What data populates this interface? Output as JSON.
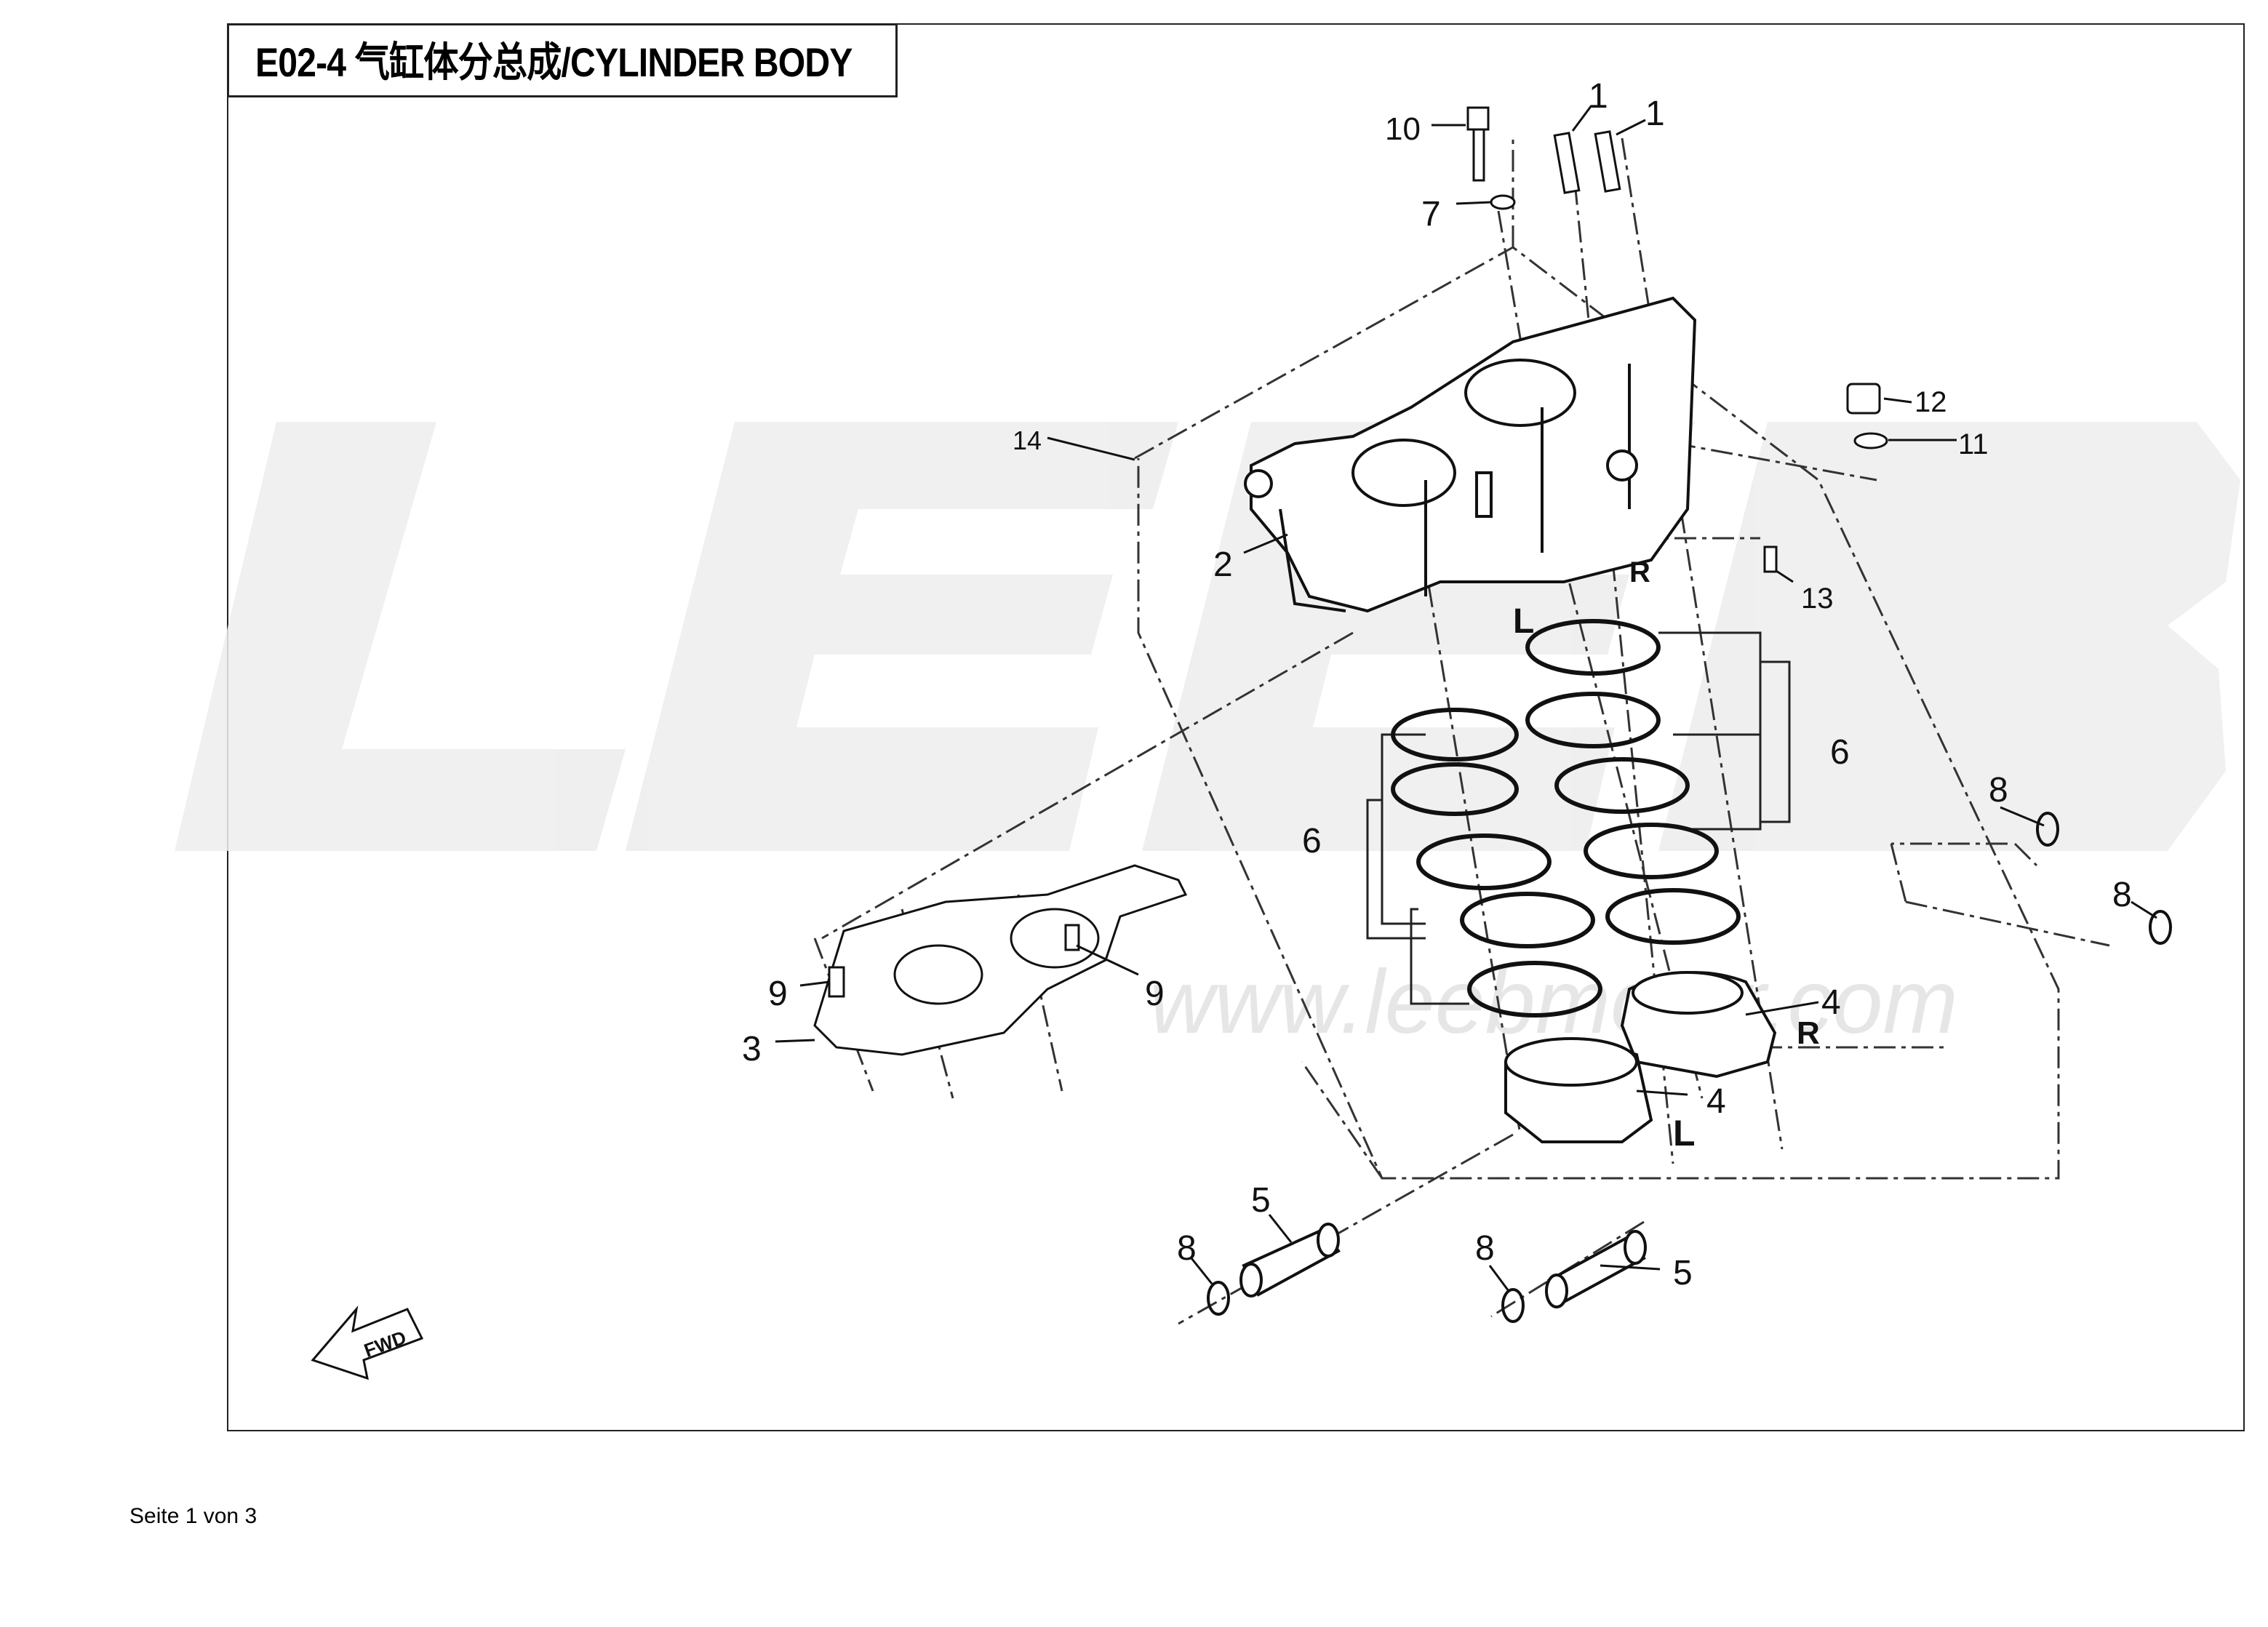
{
  "title": "E02-4 气缸体分总成/CYLINDER BODY",
  "footer": "Seite 1 von 3",
  "watermark": {
    "logo": "LEEB",
    "url": "www.leebmotor.com"
  },
  "fwd_label": "FWD",
  "side_marks": [
    "R",
    "L",
    "R",
    "L"
  ],
  "callouts": [
    "1",
    "1",
    "10",
    "7",
    "12",
    "11",
    "14",
    "2",
    "13",
    "6",
    "6",
    "8",
    "8",
    "9",
    "9",
    "3",
    "4",
    "4",
    "5",
    "5",
    "8",
    "8"
  ]
}
